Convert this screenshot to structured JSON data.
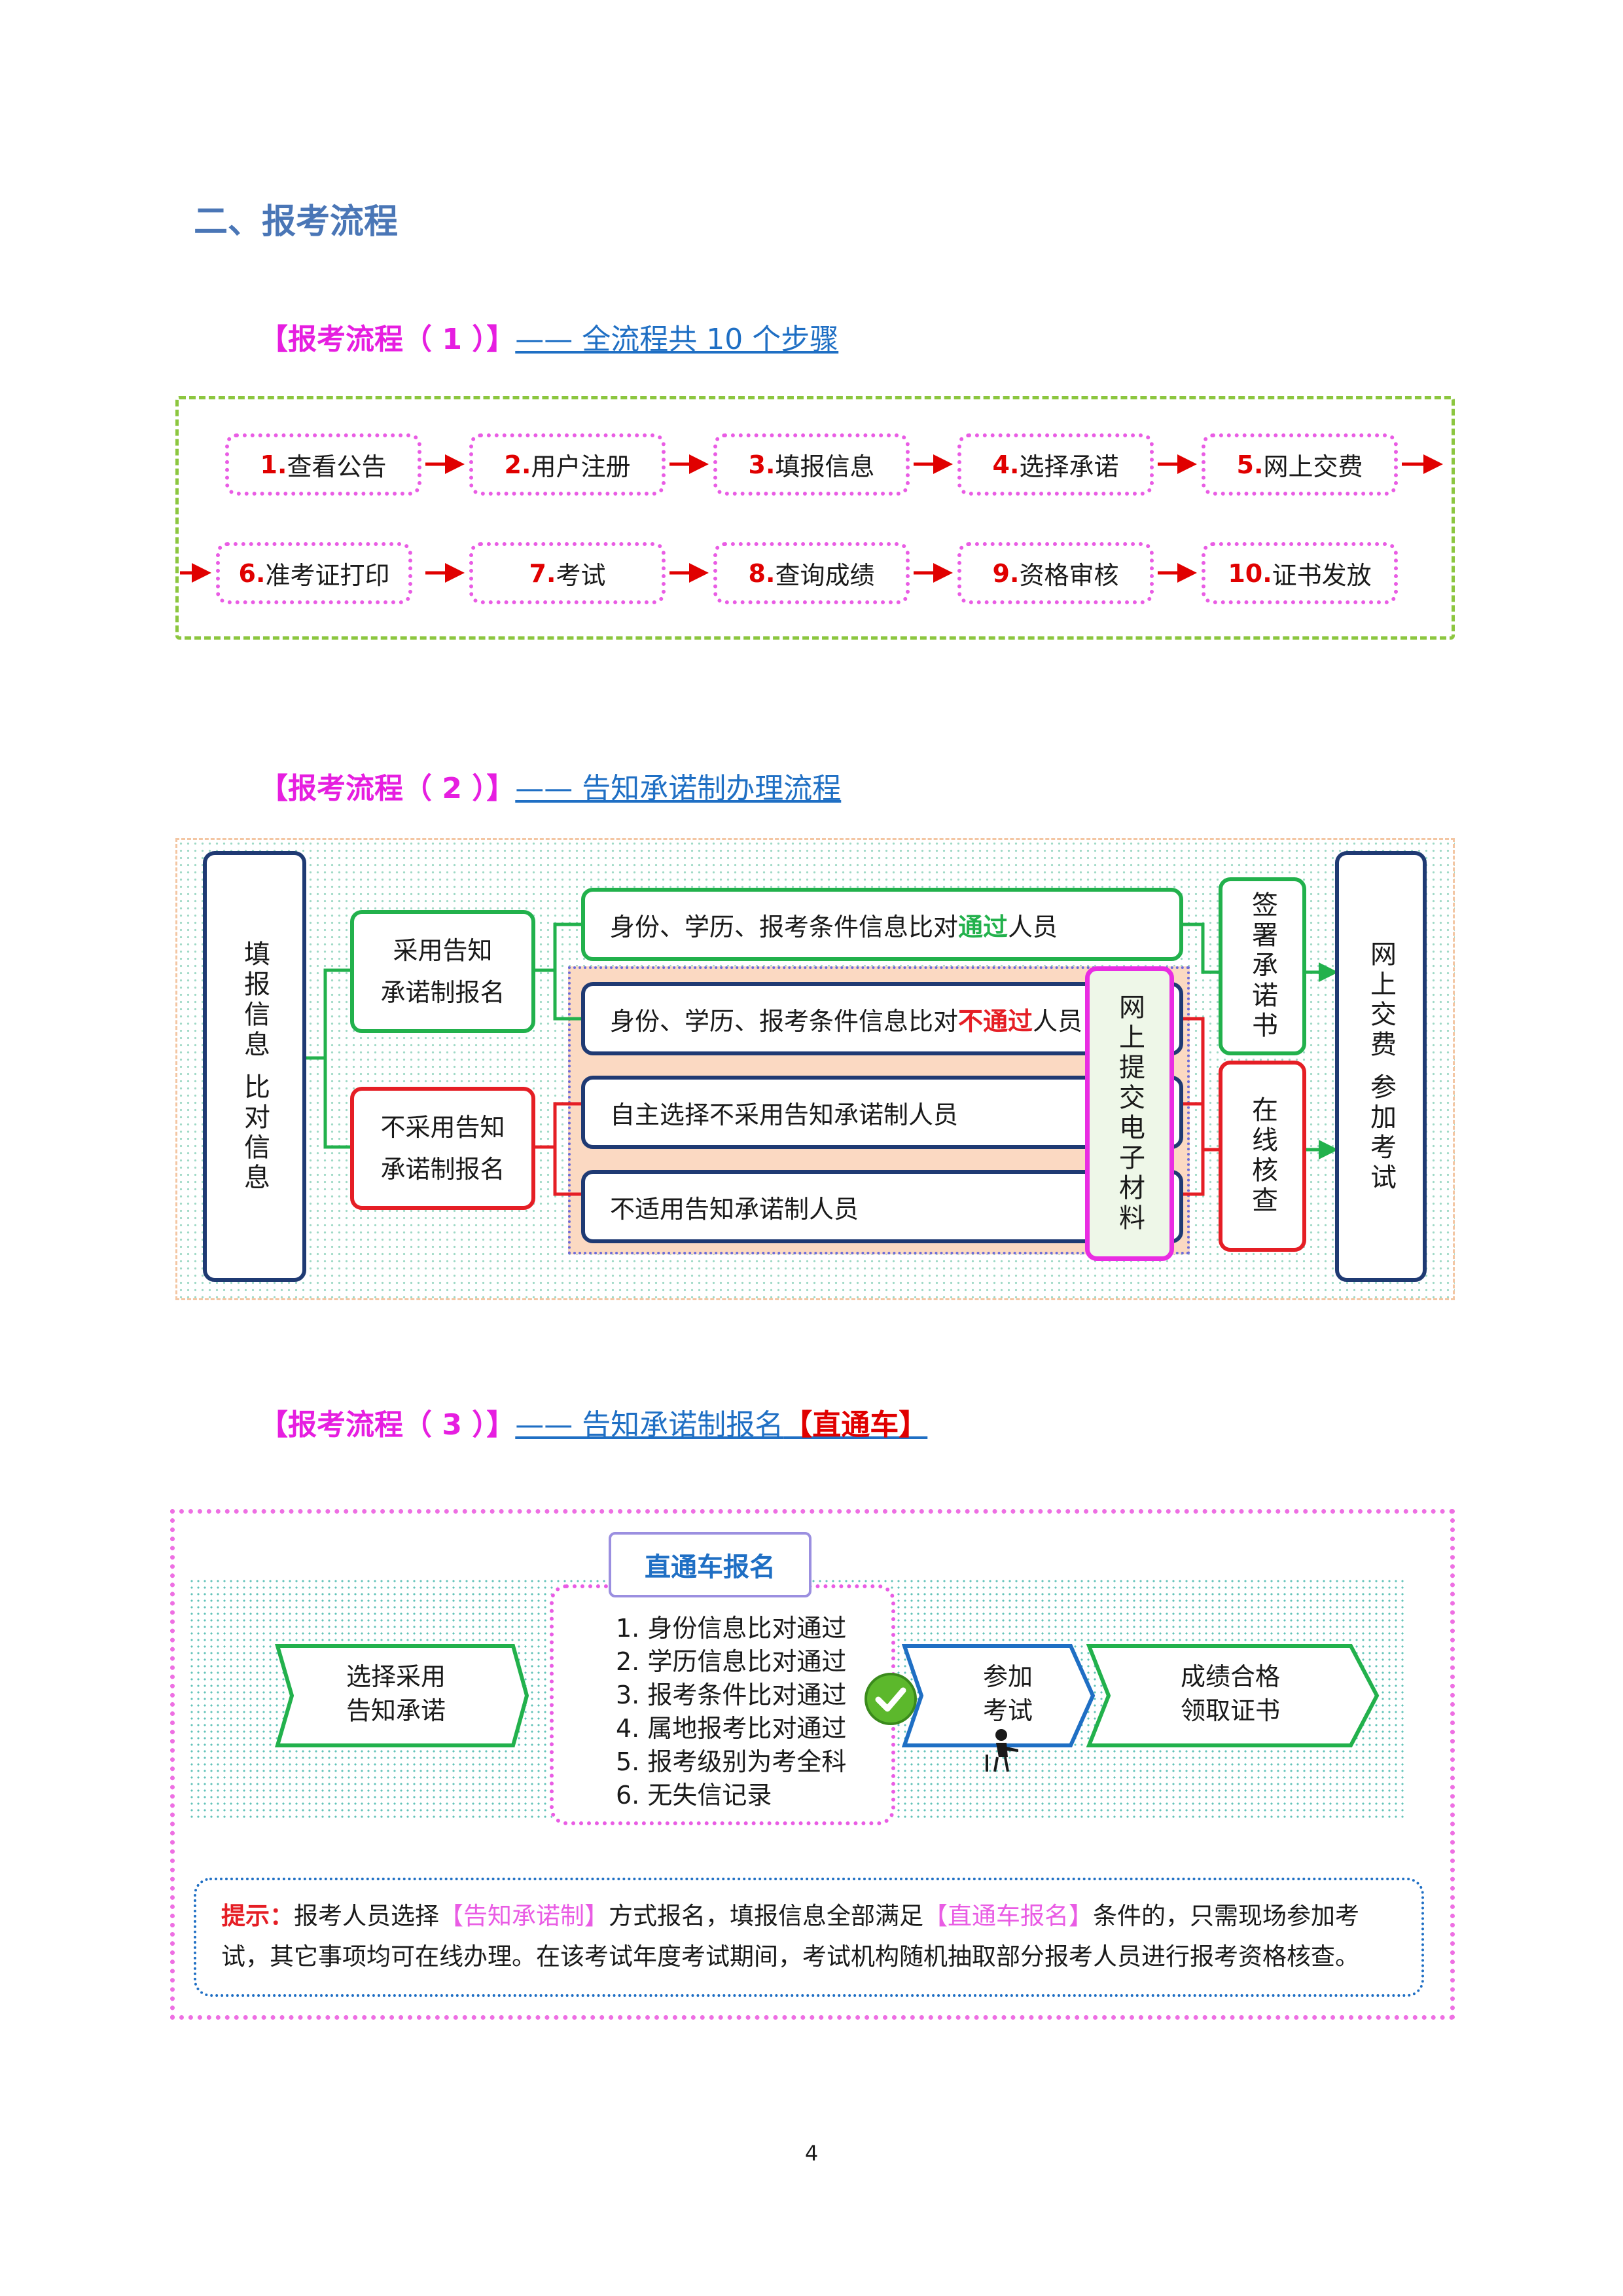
{
  "section_heading": "二、报考流程",
  "flow1": {
    "tag": "【报考流程（ 1 ）】",
    "subtitle": "—— 全流程共 10 个步骤",
    "steps": [
      {
        "num": "1.",
        "label": "查看公告"
      },
      {
        "num": "2.",
        "label": "用户注册"
      },
      {
        "num": "3.",
        "label": "填报信息"
      },
      {
        "num": "4.",
        "label": "选择承诺"
      },
      {
        "num": "5.",
        "label": "网上交费"
      },
      {
        "num": "6.",
        "label": "准考证打印"
      },
      {
        "num": "7.",
        "label": "考试"
      },
      {
        "num": "8.",
        "label": "查询成绩"
      },
      {
        "num": "9.",
        "label": "资格审核"
      },
      {
        "num": "10.",
        "label": "证书发放"
      }
    ]
  },
  "flow2": {
    "tag": "【报考流程（ 2 ）】",
    "subtitle": "—— 告知承诺制办理流程",
    "start_box": "填报信息 比对信息",
    "branch_adopt": {
      "line1": "采用告知",
      "line2": "承诺制报名"
    },
    "branch_not_adopt": {
      "line1": "不采用告知",
      "line2": "承诺制报名"
    },
    "row1": {
      "prefix": "身份、学历、报考条件信息比对",
      "highlight": "通过",
      "suffix": "人员"
    },
    "row2": {
      "prefix": "身份、学历、报考条件信息比对",
      "highlight": "不通过",
      "suffix": "人员"
    },
    "row3": "自主选择不采用告知承诺制人员",
    "row4": "不适用告知承诺制人员",
    "submit_box": "网上提交电子材料",
    "sign_box": "签署承诺书",
    "verify_box": "在线核查",
    "end_box": "网上交费 参加考试"
  },
  "flow3": {
    "tag": "【报考流程（ 3 ）】",
    "subtitle": "—— 告知承诺制报名",
    "subtitle_red": "【直通车】",
    "scroll_label": "直通车报名",
    "choose": {
      "line1": "选择采用",
      "line2": "告知承诺"
    },
    "conditions": [
      "1. 身份信息比对通过",
      "2. 学历信息比对通过",
      "3. 报考条件比对通过",
      "4. 属地报考比对通过",
      "5. 报考级别为考全科",
      "6. 无失信记录"
    ],
    "exam": {
      "line1": "参加",
      "line2": "考试"
    },
    "result": {
      "line1": "成绩合格",
      "line2": "领取证书"
    }
  },
  "tip": {
    "label": "提示：",
    "t1": "报考人员选择",
    "k1": "【告知承诺制】",
    "t2": "方式报名，填报信息全部满足",
    "k2": "【直通车报名】",
    "t3": "条件的，只需现场参加考试，其它事项均可在线办理。在该考试年度考试期间，考试机构随机抽取部分报考人员进行报考资格核查。"
  },
  "page_number": "4",
  "colors": {
    "heading": "#4a76b6",
    "tag": "#e61ee0",
    "link": "#1f6fc4",
    "green": "#22b14c",
    "red": "#e51e25",
    "navy": "#1f3a73",
    "pink": "#e92de2"
  }
}
